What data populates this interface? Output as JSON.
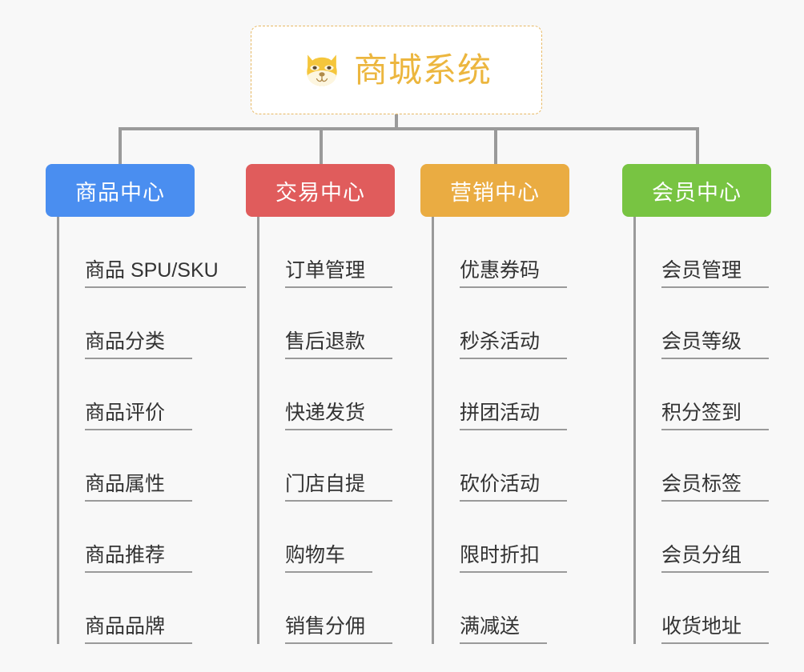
{
  "canvas": {
    "background": "#f8f8f8",
    "connector_color": "#9a9a9a"
  },
  "root": {
    "title": "商城系统",
    "icon": "shiba-dog-face-icon",
    "text_color": "#ecb63e",
    "border_color": "#e8b964",
    "background": "#ffffff"
  },
  "branches": [
    {
      "label": "商品中心",
      "color": "#4a8ef0",
      "items": [
        "商品 SPU/SKU",
        "商品分类",
        "商品评价",
        "商品属性",
        "商品推荐",
        "商品品牌"
      ]
    },
    {
      "label": "交易中心",
      "color": "#e05c5c",
      "items": [
        "订单管理",
        "售后退款",
        "快递发货",
        "门店自提",
        "购物车",
        "销售分佣"
      ]
    },
    {
      "label": "营销中心",
      "color": "#eaac42",
      "items": [
        "优惠券码",
        "秒杀活动",
        "拼团活动",
        "砍价活动",
        "限时折扣",
        "满减送"
      ]
    },
    {
      "label": "会员中心",
      "color": "#78c442",
      "items": [
        "会员管理",
        "会员等级",
        "积分签到",
        "会员标签",
        "会员分组",
        "收货地址"
      ]
    }
  ]
}
